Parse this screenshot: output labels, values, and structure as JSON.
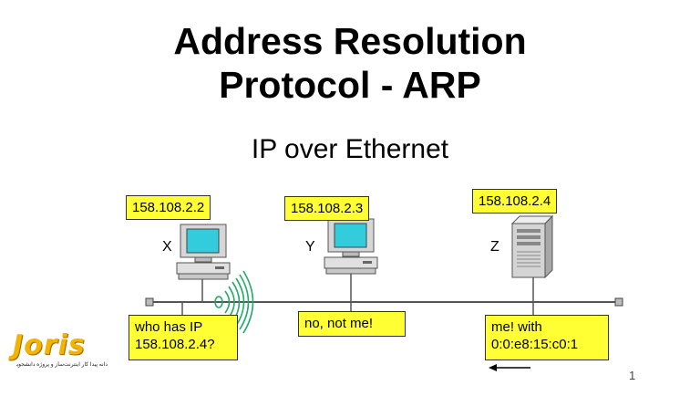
{
  "slide": {
    "title_line1": "Address Resolution",
    "title_line2": "Protocol - ARP",
    "subtitle": "IP over Ethernet",
    "page_number": "1"
  },
  "hosts": [
    {
      "name": "X",
      "ip": "158.108.2.2",
      "device": "desktop-computer"
    },
    {
      "name": "Y",
      "ip": "158.108.2.3",
      "device": "desktop-computer"
    },
    {
      "name": "Z",
      "ip": "158.108.2.4",
      "device": "server-tower"
    }
  ],
  "messages": {
    "request_line1": "who has IP",
    "request_line2": "158.108.2.4?",
    "reply_no": "no, not me!",
    "reply_yes_line1": "me! with",
    "reply_yes_line2": "0:0:e8:15:c0:1"
  },
  "logo": {
    "text": "Joris",
    "tagline": "دانه پیدا کار اینترنت‌ساز و پروژه دانشجویی"
  },
  "colors": {
    "label_fill": "#ffff33",
    "monitor_screen": "#33ccdd",
    "wave": "#22aa66",
    "logo": "#f2b400"
  }
}
